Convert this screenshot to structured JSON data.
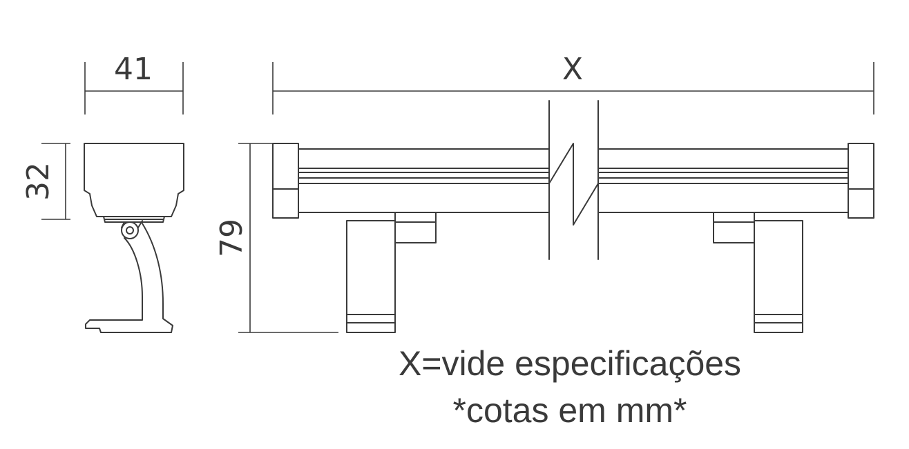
{
  "dimensions": {
    "side_width": "41",
    "side_height": "32",
    "front_height": "79",
    "length": "X"
  },
  "notes": {
    "spec": "X=vide especificações",
    "units": "*cotas em mm*"
  }
}
